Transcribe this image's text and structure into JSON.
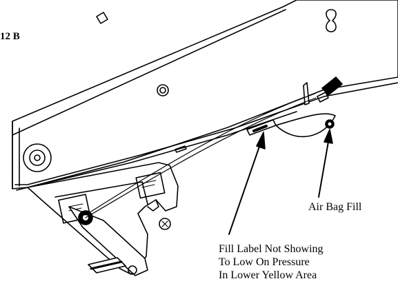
{
  "figure": {
    "label": "12 B"
  },
  "callouts": {
    "air_bag_fill": "Air Bag Fill",
    "fill_label_lines": [
      "Fill Label Not Showing",
      "To Low On Pressure",
      "In Lower Yellow Area"
    ]
  },
  "colors": {
    "line": "#000000",
    "fill": "#ffffff"
  }
}
